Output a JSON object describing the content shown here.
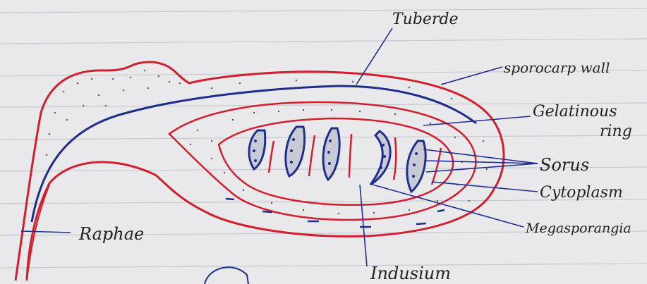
{
  "labels": {
    "tubercle": "Tuberde",
    "sporocarp_wall": "sporocarp wall",
    "gelatinous_ring_line1": "Gelatinous",
    "gelatinous_ring_line2": "ring",
    "sorus": "Sorus",
    "cytoplasm": "Cytoplasm",
    "megasporangia": "Megasporangia",
    "raphae": "Raphae",
    "indusium": "Indusium"
  },
  "colors": {
    "paper": "#e9e9ec",
    "ruled_line": "#c7c9d2",
    "red_ink": "#d21f2e",
    "blue_ink": "#1f2e8c",
    "label_ink": "#222222"
  }
}
